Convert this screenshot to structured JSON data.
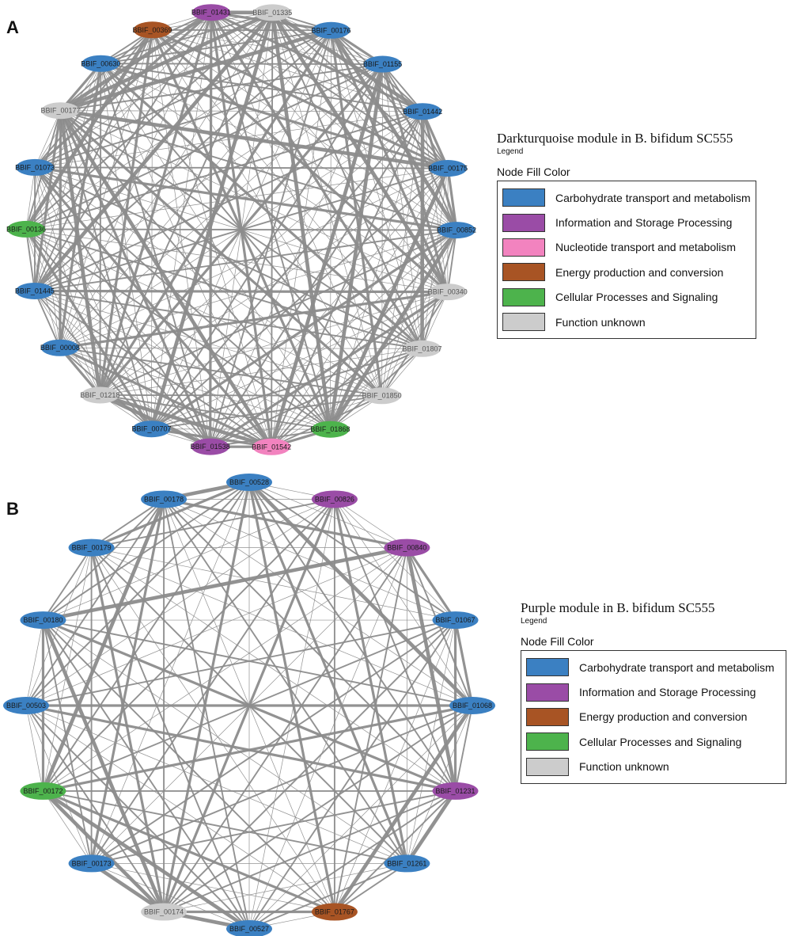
{
  "panels": [
    {
      "letter": "A",
      "legend": {
        "title": "Darkturquoise module in B. bifidum SC555",
        "subtitle": "Legend",
        "heading": "Node Fill Color",
        "items": [
          {
            "label": "Carbohydrate transport and metabolism",
            "color": "#3b80c2"
          },
          {
            "label": "Information and Storage Processing",
            "color": "#9a4ca6"
          },
          {
            "label": "Nucleotide transport and metabolism",
            "color": "#f283bf"
          },
          {
            "label": "Energy production and conversion",
            "color": "#a85424"
          },
          {
            "label": "Cellular Processes and Signaling",
            "color": "#4db34c"
          },
          {
            "label": "Function unknown",
            "color": "#cccccc"
          }
        ]
      },
      "nodes": [
        {
          "label": "BBIF_01335",
          "category": "Function unknown"
        },
        {
          "label": "BBIF_00176",
          "category": "Carbohydrate transport and metabolism"
        },
        {
          "label": "BBIF_01155",
          "category": "Carbohydrate transport and metabolism"
        },
        {
          "label": "BBIF_01442",
          "category": "Carbohydrate transport and metabolism"
        },
        {
          "label": "BBIF_00175",
          "category": "Carbohydrate transport and metabolism"
        },
        {
          "label": "BBIF_00852",
          "category": "Carbohydrate transport and metabolism"
        },
        {
          "label": "BBIF_00340",
          "category": "Function unknown"
        },
        {
          "label": "BBIF_01807",
          "category": "Function unknown"
        },
        {
          "label": "BBIF_01850",
          "category": "Function unknown"
        },
        {
          "label": "BBIF_01868",
          "category": "Cellular Processes and Signaling"
        },
        {
          "label": "BBIF_01542",
          "category": "Nucleotide transport and metabolism"
        },
        {
          "label": "BBIF_01538",
          "category": "Information and Storage Processing"
        },
        {
          "label": "BBIF_00707",
          "category": "Carbohydrate transport and metabolism"
        },
        {
          "label": "BBIF_01218",
          "category": "Function unknown"
        },
        {
          "label": "BBIF_00008",
          "category": "Carbohydrate transport and metabolism"
        },
        {
          "label": "BBIF_01445",
          "category": "Carbohydrate transport and metabolism"
        },
        {
          "label": "BBIF_00136",
          "category": "Cellular Processes and Signaling"
        },
        {
          "label": "BBIF_01073",
          "category": "Carbohydrate transport and metabolism"
        },
        {
          "label": "BBIF_00177",
          "category": "Function unknown"
        },
        {
          "label": "BBIF_00630",
          "category": "Carbohydrate transport and metabolism"
        },
        {
          "label": "BBIF_00369",
          "category": "Energy production and conversion"
        },
        {
          "label": "BBIF_01431",
          "category": "Information and Storage Processing"
        }
      ]
    },
    {
      "letter": "B",
      "legend": {
        "title": "Purple module in B. bifidum SC555",
        "subtitle": "Legend",
        "heading": "Node Fill Color",
        "items": [
          {
            "label": "Carbohydrate transport and metabolism",
            "color": "#3b80c2"
          },
          {
            "label": "Information and Storage Processing",
            "color": "#9a4ca6"
          },
          {
            "label": "Energy production and conversion",
            "color": "#a85424"
          },
          {
            "label": "Cellular Processes and Signaling",
            "color": "#4db34c"
          },
          {
            "label": "Function unknown",
            "color": "#cccccc"
          }
        ]
      },
      "nodes": [
        {
          "label": "BBIF_00528",
          "category": "Carbohydrate transport and metabolism"
        },
        {
          "label": "BBIF_00826",
          "category": "Information and Storage Processing"
        },
        {
          "label": "BBIF_00840",
          "category": "Information and Storage Processing"
        },
        {
          "label": "BBIF_01067",
          "category": "Carbohydrate transport and metabolism"
        },
        {
          "label": "BBIF_01068",
          "category": "Carbohydrate transport and metabolism"
        },
        {
          "label": "BBIF_01231",
          "category": "Information and Storage Processing"
        },
        {
          "label": "BBIF_01261",
          "category": "Carbohydrate transport and metabolism"
        },
        {
          "label": "BBIF_01767",
          "category": "Energy production and conversion"
        },
        {
          "label": "BBIF_00527",
          "category": "Carbohydrate transport and metabolism"
        },
        {
          "label": "BBIF_00174",
          "category": "Function unknown"
        },
        {
          "label": "BBIF_00173",
          "category": "Carbohydrate transport and metabolism"
        },
        {
          "label": "BBIF_00172",
          "category": "Cellular Processes and Signaling"
        },
        {
          "label": "BBIF_00503",
          "category": "Carbohydrate transport and metabolism"
        },
        {
          "label": "BBIF_00180",
          "category": "Carbohydrate transport and metabolism"
        },
        {
          "label": "BBIF_00179",
          "category": "Carbohydrate transport and metabolism"
        },
        {
          "label": "BBIF_00178",
          "category": "Carbohydrate transport and metabolism"
        }
      ]
    }
  ]
}
